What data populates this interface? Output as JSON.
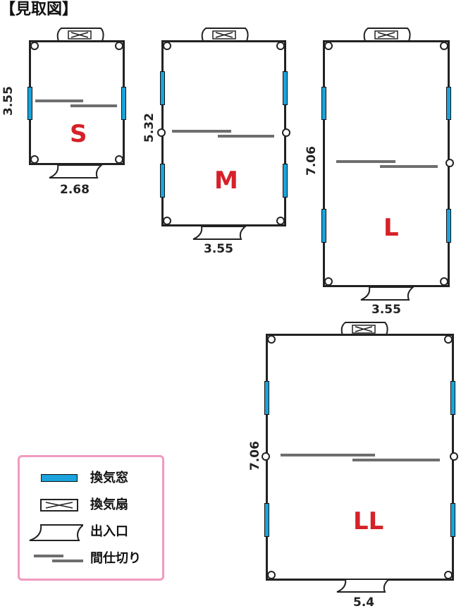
{
  "title": "【見取図】",
  "plans": {
    "s": {
      "letter": "S",
      "depth": "3.55",
      "width": "2.68"
    },
    "m": {
      "letter": "M",
      "depth": "5.32",
      "width": "3.55"
    },
    "l": {
      "letter": "L",
      "depth": "7.06",
      "width": "3.55"
    },
    "ll": {
      "letter": "LL",
      "depth": "7.06",
      "width": "5.4"
    }
  },
  "legend": {
    "window": "換気窓",
    "fan": "換気扇",
    "door": "出入口",
    "partition": "間仕切り"
  },
  "colors": {
    "window": "#1aa3dc",
    "partition": "#6e6e6e",
    "letters": "#d62128",
    "legend_border": "#f29ac0"
  },
  "icons": [
    "ventilation-fan-icon",
    "door-icon",
    "pillar-icon",
    "window-icon",
    "partition-icon"
  ]
}
